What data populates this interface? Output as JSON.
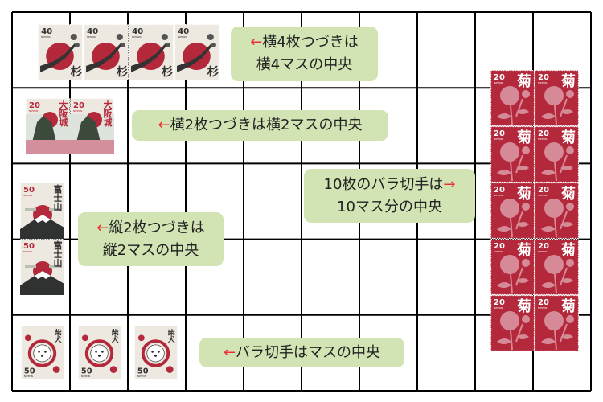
{
  "grid": {
    "columns": 10,
    "rows": 5
  },
  "colors": {
    "label_bg": "#d3e4b4",
    "arrow": "#e8303a",
    "stamp_red": "#b3283a",
    "stamp_paper": "#ede8e0"
  },
  "labels": {
    "yoko4": {
      "arrow": "←",
      "line1": "横4枚つづきは",
      "line2": "横4マスの中央"
    },
    "yoko2": {
      "arrow": "←",
      "line1": "横2枚つづきは横2マスの中央"
    },
    "bara10": {
      "arrow": "→",
      "line1": "10枚のバラ切手は",
      "line2": "10マス分の中央"
    },
    "tate2": {
      "arrow": "←",
      "line1": "縦2枚つづきは",
      "line2": "縦2マスの中央"
    },
    "bara": {
      "arrow": "←",
      "line1": "バラ切手はマスの中央"
    }
  },
  "stamps": {
    "pine": {
      "value": "40",
      "kanji": "杉",
      "country": "NIPPON",
      "icon": "pine-branch-sun-icon"
    },
    "castle": {
      "value": "20",
      "kanji": "大阪城",
      "country": "NIPPON",
      "icon": "osaka-castle-icon"
    },
    "fuji": {
      "value": "50",
      "kanji": "富士山",
      "country": "NIPPON",
      "icon": "mount-fuji-icon"
    },
    "dog": {
      "value": "50",
      "kanji": "柴犬",
      "country": "NIPPON",
      "icon": "shiba-dog-icon"
    },
    "chrys": {
      "value": "20",
      "kanji": "菊",
      "country": "NIPPON",
      "icon": "chrysanthemum-icon"
    }
  }
}
